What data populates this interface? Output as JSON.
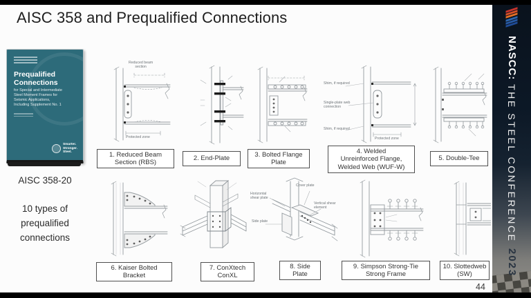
{
  "title": "AISC 358 and Prequalified Connections",
  "page_number": "44",
  "sidebar": {
    "book": {
      "title": "Prequalified\nConnections",
      "subtitle": "for Special and Intermediate\nSteel Moment Frames for\nSeismic Applications,\nIncluding Supplement No. 1",
      "brand": "Smarter.\nStronger.\nSteel."
    },
    "code_label": "AISC 358-20",
    "note": "10 types of\nprequalified\nconnections"
  },
  "connections": [
    {
      "label": "1. Reduced Beam\nSection (RBS)"
    },
    {
      "label": "2. End-Plate"
    },
    {
      "label": "3. Bolted Flange\nPlate"
    },
    {
      "label": "4. Welded\nUnreinforced Flange,\nWelded Web (WUF-W)"
    },
    {
      "label": "5. Double-Tee"
    },
    {
      "label": "6. Kaiser Bolted\nBracket"
    },
    {
      "label": "7. ConXtech\nConXL"
    },
    {
      "label": "8. Side\nPlate"
    },
    {
      "label": "9. Simpson Strong-Tie\nStrong Frame"
    },
    {
      "label": "10. Slottedweb\n(SW)"
    }
  ],
  "annotations": {
    "rbs": {
      "top": "Reduced beam\nsection",
      "bottom": "Protected zone"
    },
    "wufw": {
      "shim_top": "Shim, if required",
      "web": "Single-plate web\nconnection",
      "shim_bottom": "Shim, if required",
      "bottom": "Protected zone"
    },
    "sideplate": {
      "horizontal": "Horizontal\nshear plate",
      "cover": "Cover plate",
      "vertical": "Vertical shear\nelement",
      "side": "Side plate"
    }
  },
  "banner": {
    "brand": "NASCC:",
    "conference": "THE STEEL CONFERENCE",
    "year": "2023"
  },
  "colors": {
    "banner_bg": "#0c1826",
    "accent_red": "#d94f27",
    "accent_blue": "#2759a4",
    "book_teal": "#2d6b7a"
  }
}
